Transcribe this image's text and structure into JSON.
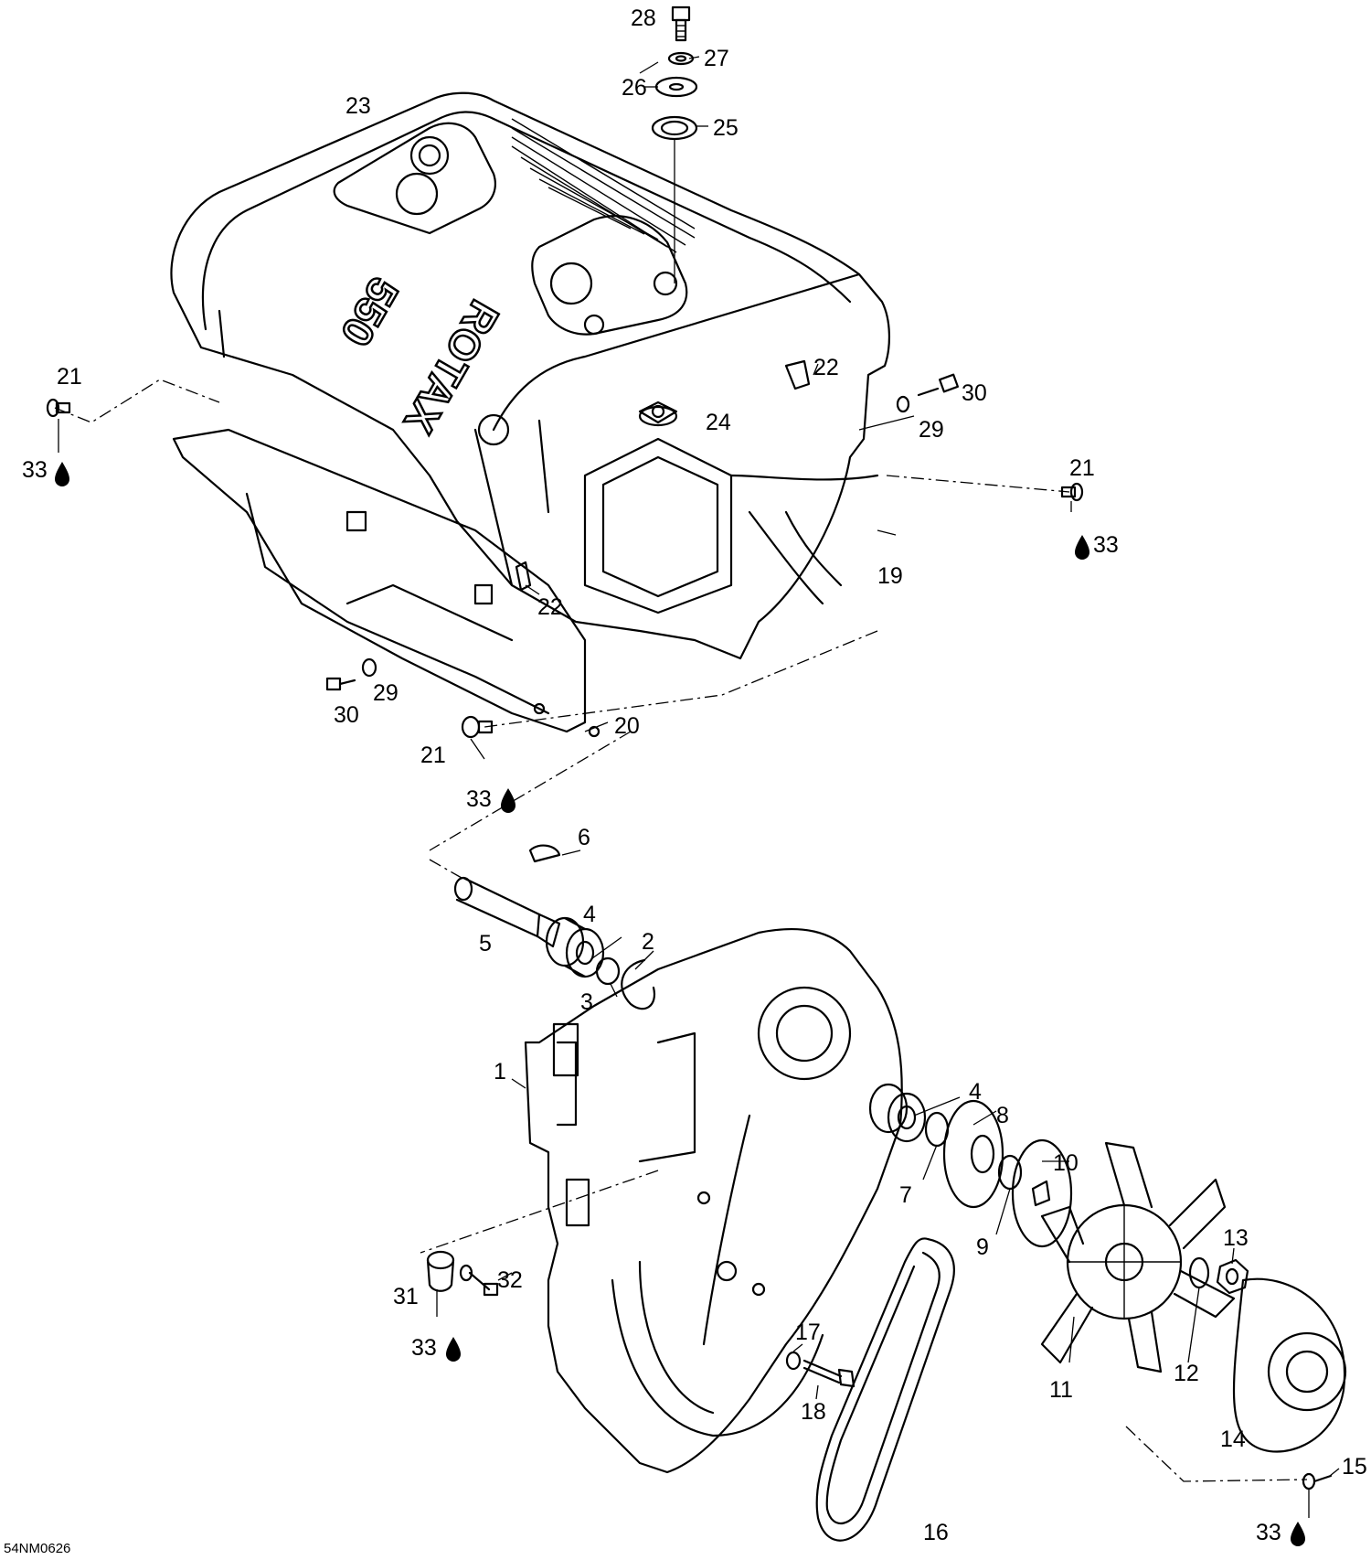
{
  "diagram_code": "54NM0626",
  "housing_brand": "ROTAX",
  "housing_model": "550",
  "callouts": [
    {
      "id": "c1",
      "label": "1"
    },
    {
      "id": "c2",
      "label": "2"
    },
    {
      "id": "c3",
      "label": "3"
    },
    {
      "id": "c4a",
      "label": "4"
    },
    {
      "id": "c4b",
      "label": "4"
    },
    {
      "id": "c5",
      "label": "5"
    },
    {
      "id": "c6",
      "label": "6"
    },
    {
      "id": "c7",
      "label": "7"
    },
    {
      "id": "c8",
      "label": "8"
    },
    {
      "id": "c9",
      "label": "9"
    },
    {
      "id": "c10",
      "label": "10"
    },
    {
      "id": "c11",
      "label": "11"
    },
    {
      "id": "c12",
      "label": "12"
    },
    {
      "id": "c13",
      "label": "13"
    },
    {
      "id": "c14",
      "label": "14"
    },
    {
      "id": "c15",
      "label": "15"
    },
    {
      "id": "c16",
      "label": "16"
    },
    {
      "id": "c17",
      "label": "17"
    },
    {
      "id": "c18",
      "label": "18"
    },
    {
      "id": "c19",
      "label": "19"
    },
    {
      "id": "c20",
      "label": "20"
    },
    {
      "id": "c21a",
      "label": "21"
    },
    {
      "id": "c21b",
      "label": "21"
    },
    {
      "id": "c21c",
      "label": "21"
    },
    {
      "id": "c22a",
      "label": "22"
    },
    {
      "id": "c22b",
      "label": "22"
    },
    {
      "id": "c23",
      "label": "23"
    },
    {
      "id": "c24",
      "label": "24"
    },
    {
      "id": "c25",
      "label": "25"
    },
    {
      "id": "c26",
      "label": "26"
    },
    {
      "id": "c27",
      "label": "27"
    },
    {
      "id": "c28",
      "label": "28"
    },
    {
      "id": "c29a",
      "label": "29"
    },
    {
      "id": "c29b",
      "label": "29"
    },
    {
      "id": "c30a",
      "label": "30"
    },
    {
      "id": "c30b",
      "label": "30"
    },
    {
      "id": "c31",
      "label": "31"
    },
    {
      "id": "c32",
      "label": "32"
    },
    {
      "id": "c33a",
      "label": "33"
    },
    {
      "id": "c33b",
      "label": "33"
    },
    {
      "id": "c33c",
      "label": "33"
    },
    {
      "id": "c33d",
      "label": "33"
    },
    {
      "id": "c33e",
      "label": "33"
    }
  ]
}
